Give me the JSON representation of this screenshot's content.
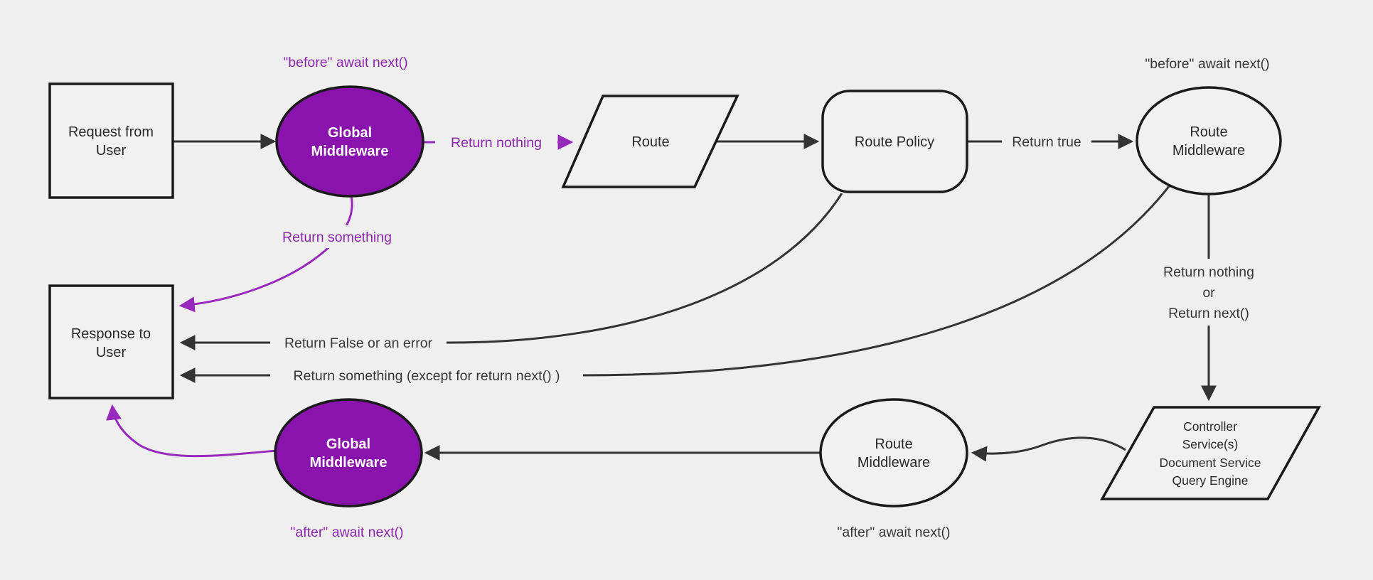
{
  "diagram": {
    "colors": {
      "background": "#efefef",
      "node_fill": "#f1f1f1",
      "node_border": "#1a1a1a",
      "purple_fill": "#8a12ad",
      "purple_stroke": "#9929bd",
      "purple_text": "#8c27ae",
      "edge_stroke": "#333333",
      "text": "#2b2b2b"
    },
    "nodes": {
      "request": {
        "line1": "Request from",
        "line2": "User"
      },
      "global_middleware_top": {
        "line1": "Global",
        "line2": "Middleware"
      },
      "route": {
        "label": "Route"
      },
      "route_policy": {
        "label": "Route Policy"
      },
      "route_middleware_top": {
        "line1": "Route",
        "line2": "Middleware"
      },
      "controller": {
        "lines": [
          "Controller",
          "Service(s)",
          "Document Service",
          "Query Engine"
        ]
      },
      "route_middleware_bottom": {
        "line1": "Route",
        "line2": "Middleware"
      },
      "global_middleware_bottom": {
        "line1": "Global",
        "line2": "Middleware"
      },
      "response": {
        "line1": "Response to",
        "line2": "User"
      }
    },
    "edge_labels": {
      "before_await_next_global": "\"before\" await next()",
      "return_nothing": "Return nothing",
      "return_true": "Return true",
      "before_await_next_route": "\"before\" await next()",
      "return_something": "Return something",
      "return_false_or_error": "Return False or an error",
      "return_something_except": "Return something (except for return next() )",
      "return_nothing_or_line1": "Return nothing",
      "return_nothing_or_line2": "or",
      "return_nothing_or_line3": "Return next()",
      "after_await_next_global": "\"after\" await next()",
      "after_await_next_route": "\"after\" await next()"
    }
  }
}
